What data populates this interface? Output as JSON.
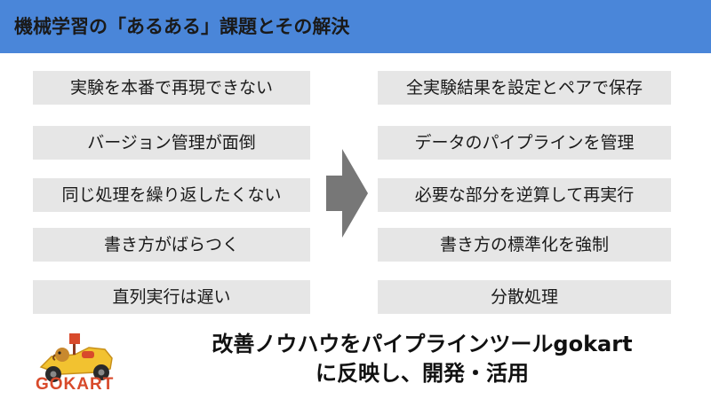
{
  "header": {
    "title": "機械学習の「あるある」課題とその解決"
  },
  "problems": [
    "実験を本番で再現できない",
    "バージョン管理が面倒",
    "同じ処理を繰り返したくない",
    "書き方がばらつく",
    "直列実行は遅い"
  ],
  "solutions": [
    "全実験結果を設定とペアで保存",
    "データのパイプラインを管理",
    "必要な部分を逆算して再実行",
    "書き方の標準化を強制",
    "分散処理"
  ],
  "logo": {
    "text": "GOKART",
    "icon": "go-kart-icon",
    "color": "#d84a2b"
  },
  "tagline": {
    "line1": "改善ノウハウをパイプラインツールgokart",
    "line2": "に反映し、開発・活用"
  },
  "colors": {
    "header": "#4a86d9",
    "box": "#e6e6e6",
    "arrow": "#777777"
  }
}
